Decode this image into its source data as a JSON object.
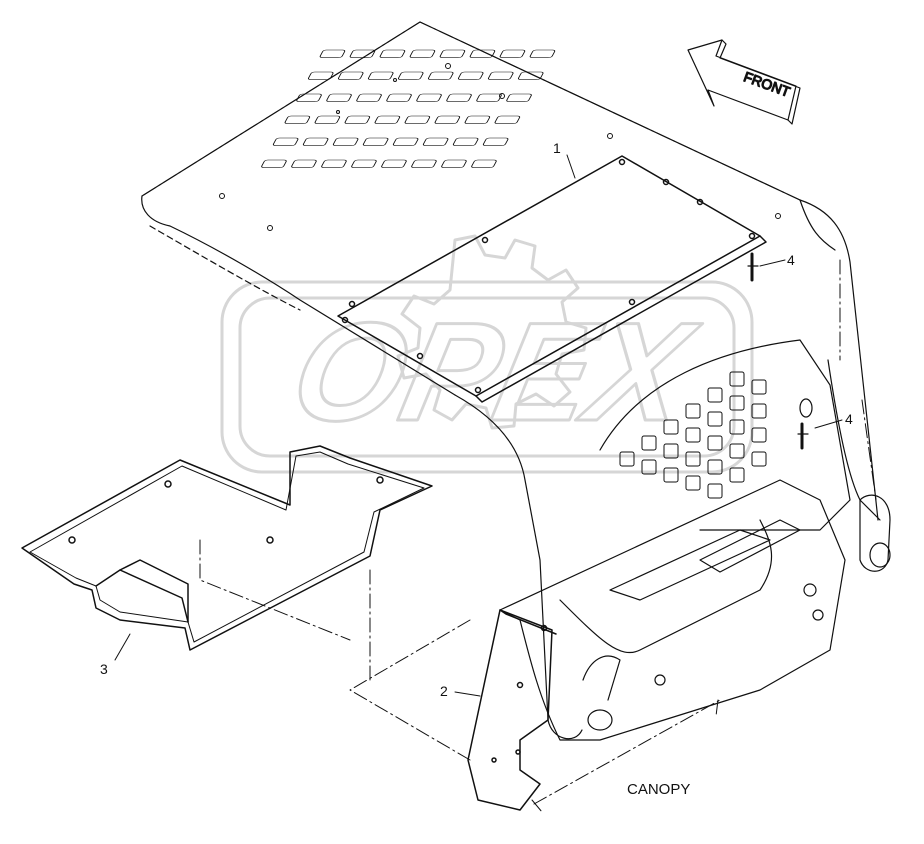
{
  "diagram": {
    "caption": "CANOPY",
    "direction_label": "FRONT",
    "callouts": {
      "c1": "1",
      "c2": "2",
      "c3": "3",
      "c4a": "4",
      "c4b": "4"
    },
    "watermark": "OPEX"
  },
  "colors": {
    "line": "#111111",
    "watermark": "#d9d9d9"
  }
}
